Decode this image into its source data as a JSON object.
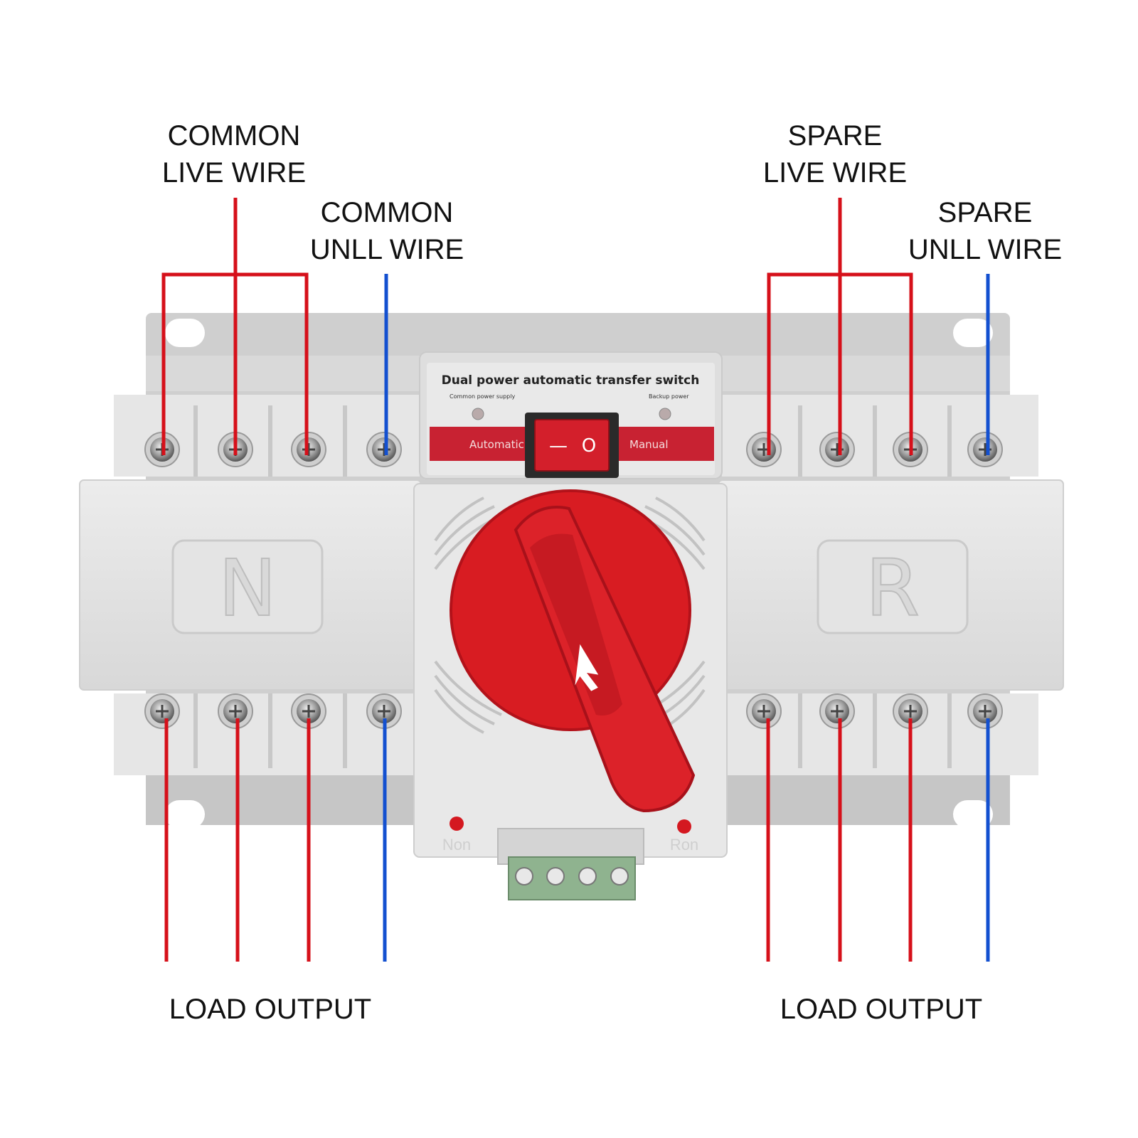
{
  "labels": {
    "common_live": [
      "COMMON",
      "LIVE WIRE"
    ],
    "common_null": [
      "COMMON",
      "UNLL WIRE"
    ],
    "spare_live": [
      "SPARE",
      "LIVE WIRE"
    ],
    "spare_null": [
      "SPARE",
      "UNLL WIRE"
    ],
    "load_output_left": "LOAD OUTPUT",
    "load_output_right": "LOAD OUTPUT"
  },
  "device": {
    "title": "Dual power automatic transfer switch",
    "common_power_supply": "Common power supply",
    "backup_power": "Backup power",
    "mode_automatic": "Automatic",
    "mode_manual": "Manual",
    "rocker_off_symbol": "—",
    "rocker_on_symbol": "O",
    "left_block_letter": "N",
    "right_block_letter": "R",
    "left_led_label": "Non",
    "right_led_label": "Ron"
  },
  "colors": {
    "live_wire": "#d6101a",
    "null_wire": "#1350d0",
    "housing": "#e2e2e2",
    "handle": "#d81c22"
  }
}
